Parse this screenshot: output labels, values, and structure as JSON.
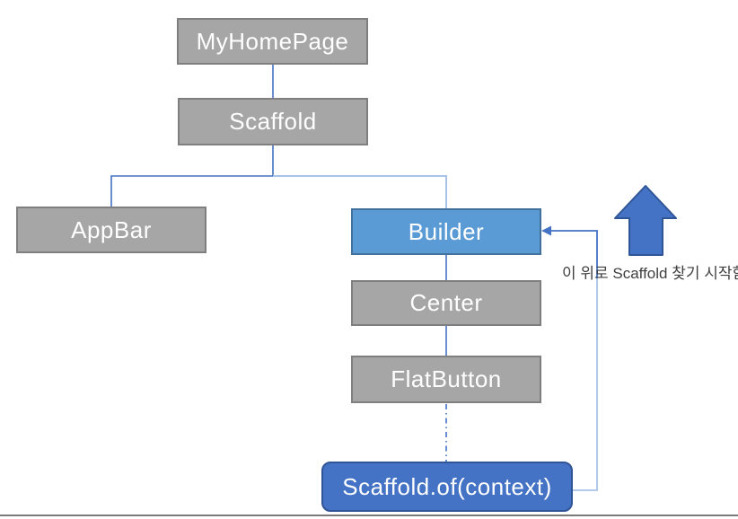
{
  "diagram": {
    "nodes": {
      "myhomepage": {
        "label": "MyHomePage"
      },
      "scaffold": {
        "label": "Scaffold"
      },
      "appbar": {
        "label": "AppBar"
      },
      "builder": {
        "label": "Builder"
      },
      "center": {
        "label": "Center"
      },
      "flatbutton": {
        "label": "FlatButton"
      },
      "scaffold_of": {
        "label": "Scaffold.of(context)"
      }
    },
    "edges": [
      {
        "from": "MyHomePage",
        "to": "Scaffold",
        "style": "solid"
      },
      {
        "from": "Scaffold",
        "to": "AppBar",
        "style": "solid"
      },
      {
        "from": "Scaffold",
        "to": "Builder",
        "style": "solid-light"
      },
      {
        "from": "Builder",
        "to": "Center",
        "style": "solid"
      },
      {
        "from": "Center",
        "to": "FlatButton",
        "style": "solid"
      },
      {
        "from": "FlatButton",
        "to": "Scaffold.of(context)",
        "style": "dash-dot"
      },
      {
        "from": "Scaffold.of(context)",
        "to": "Builder",
        "style": "elbow-arrow"
      }
    ],
    "annotation": {
      "label": "이 위로 Scaffold 찾기 시작함"
    },
    "colors": {
      "node_gray_fill": "#A6A6A6",
      "node_gray_border": "#7F7F7F",
      "builder_fill": "#5B9BD5",
      "builder_border": "#41719C",
      "scaffold_of_fill": "#4472C4",
      "scaffold_of_border": "#2F5597",
      "connector_dark": "#4472C4",
      "connector_light": "#A9C2E7",
      "big_arrow_fill": "#4472C4",
      "big_arrow_border": "#2F5597",
      "annotation_text": "#3F3F3F",
      "node_text": "#FFFFFF",
      "bottom_rule": "#7A7A7A"
    }
  }
}
